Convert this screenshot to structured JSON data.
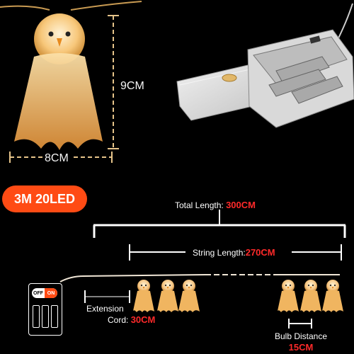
{
  "dimensions": {
    "height": "9CM",
    "width": "8CM"
  },
  "badge": "3M 20LED",
  "total_length": {
    "label": "Total Length: ",
    "value": "300CM"
  },
  "string_length": {
    "label": "String Length:",
    "value": "270CM"
  },
  "extension_cord": {
    "line1": "Extension",
    "line2_label": "Cord: ",
    "value": "30CM"
  },
  "bulb_distance": {
    "label": "Bulb Distance",
    "value": "15CM"
  },
  "battery_box": {
    "off": "OFF",
    "on": "ON"
  },
  "colors": {
    "accent_orange": "#ff4b14",
    "measure_red": "#ff2a2a",
    "dimension_gold": "#e6c48a",
    "glow": "#f7c77a"
  },
  "icons": [
    "ghost-light-icon",
    "battery-box-icon",
    "switch-icon"
  ]
}
